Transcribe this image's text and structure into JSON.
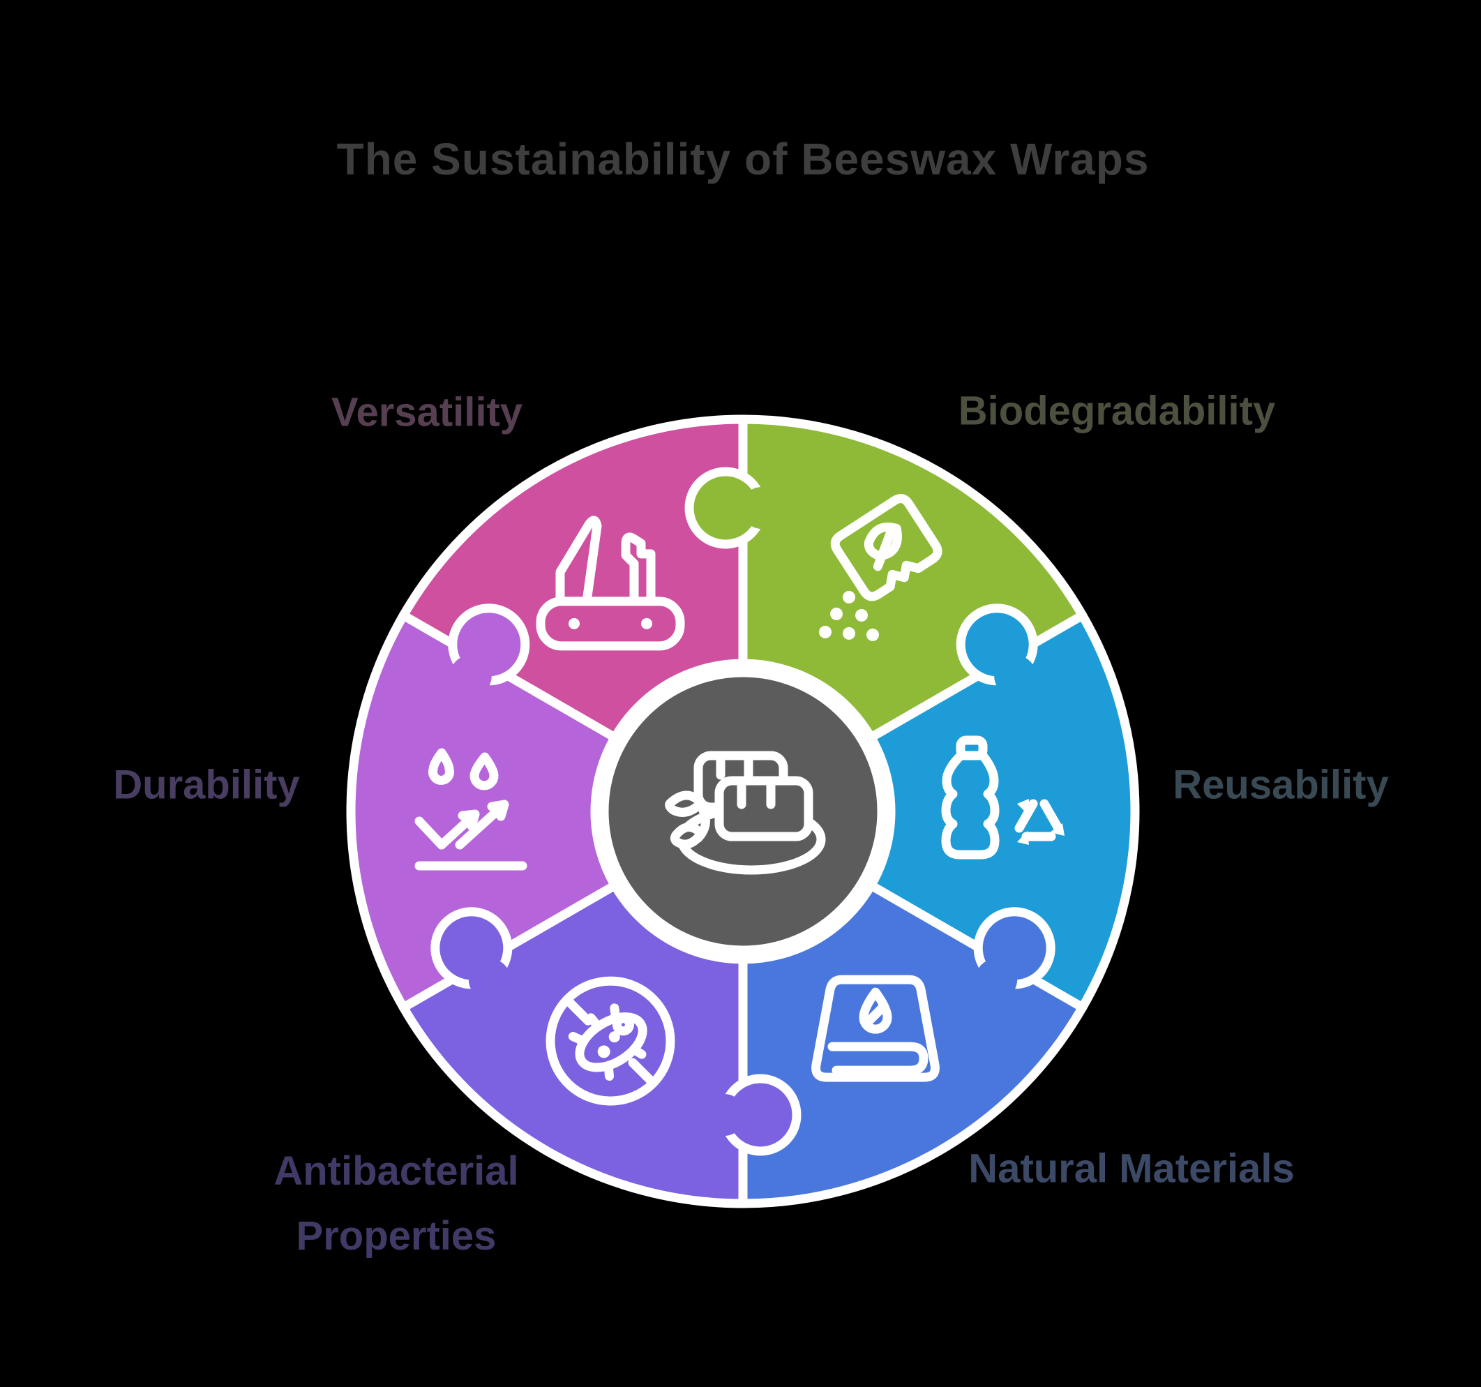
{
  "title": "The Sustainability of Beeswax Wraps",
  "title_color": "#3e3e3e",
  "center": {
    "icon": "beeswax-wrap-icon",
    "color": "#5c5c5c",
    "border_color": "#ffffff"
  },
  "segments": [
    {
      "id": "biodegradability",
      "label": "Biodegradability",
      "color": "#8eba37",
      "label_color": "#4c503f",
      "icon": "seed-packet-icon"
    },
    {
      "id": "reusability",
      "label": "Reusability",
      "color": "#1e9cd7",
      "label_color": "#394a54",
      "icon": "bottle-recycle-icon"
    },
    {
      "id": "natural-materials",
      "label": "Natural Materials",
      "color": "#4a77dd",
      "label_color": "#3d4a67",
      "icon": "fabric-drop-icon"
    },
    {
      "id": "antibacterial-properties",
      "label": "Antibacterial Properties",
      "color": "#7c61e1",
      "label_color": "#403a67",
      "icon": "no-bacteria-icon"
    },
    {
      "id": "durability",
      "label": "Durability",
      "color": "#b564d9",
      "label_color": "#493d61",
      "icon": "water-repel-icon"
    },
    {
      "id": "versatility",
      "label": "Versatility",
      "color": "#cf509f",
      "label_color": "#573f52",
      "icon": "swiss-knife-icon"
    }
  ]
}
